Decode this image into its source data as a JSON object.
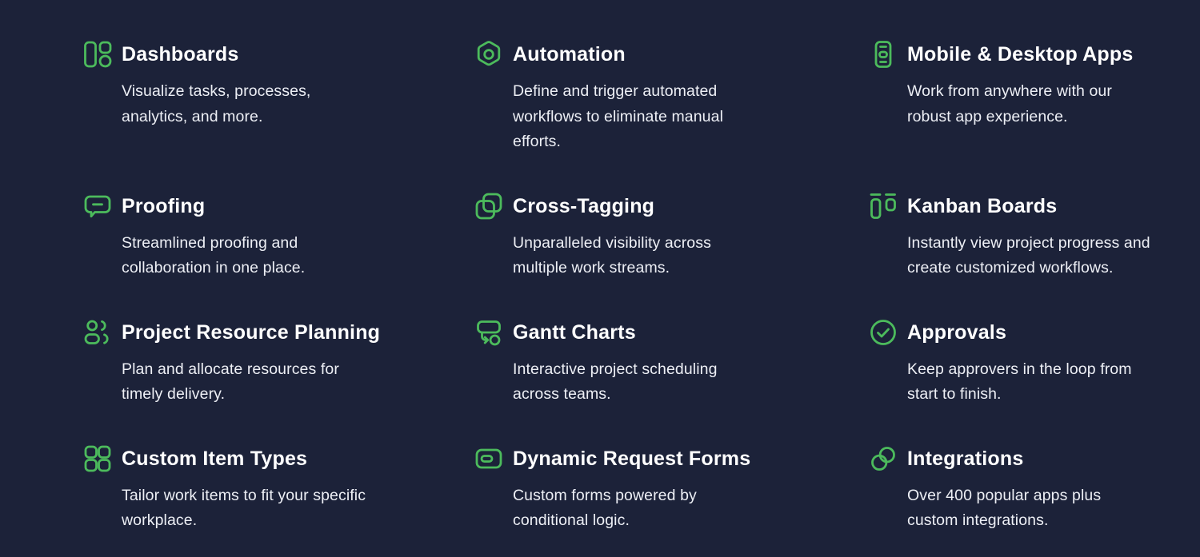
{
  "theme": {
    "background": "#1c2239",
    "accent_green": "#4cbb5c",
    "title_color": "#ffffff",
    "description_color": "#edeff5"
  },
  "features": [
    {
      "icon": "dashboards-icon",
      "title": "Dashboards",
      "description": "Visualize tasks, processes,\nanalytics, and more."
    },
    {
      "icon": "automation-icon",
      "title": "Automation",
      "description": "Define and trigger automated\nworkflows to eliminate manual\nefforts."
    },
    {
      "icon": "mobile-desktop-apps-icon",
      "title": "Mobile & Desktop Apps",
      "description": "Work from anywhere with our\nrobust app experience."
    },
    {
      "icon": "proofing-icon",
      "title": "Proofing",
      "description": "Streamlined proofing and\ncollaboration in one place."
    },
    {
      "icon": "cross-tagging-icon",
      "title": "Cross-Tagging",
      "description": "Unparalleled visibility across\nmultiple work streams."
    },
    {
      "icon": "kanban-boards-icon",
      "title": "Kanban Boards",
      "description": "Instantly view project progress and\ncreate customized workflows."
    },
    {
      "icon": "project-resource-planning-icon",
      "title": "Project Resource Planning",
      "description": "Plan and allocate resources for\ntimely delivery."
    },
    {
      "icon": "gantt-charts-icon",
      "title": "Gantt Charts",
      "description": "Interactive project scheduling\nacross teams."
    },
    {
      "icon": "approvals-icon",
      "title": "Approvals",
      "description": "Keep approvers in the loop from\nstart to finish."
    },
    {
      "icon": "custom-item-types-icon",
      "title": "Custom Item Types",
      "description": "Tailor work items to fit your specific\nworkplace."
    },
    {
      "icon": "dynamic-request-forms-icon",
      "title": "Dynamic Request Forms",
      "description": "Custom forms powered by\nconditional logic."
    },
    {
      "icon": "integrations-icon",
      "title": "Integrations",
      "description": "Over 400 popular apps plus\ncustom integrations."
    }
  ]
}
